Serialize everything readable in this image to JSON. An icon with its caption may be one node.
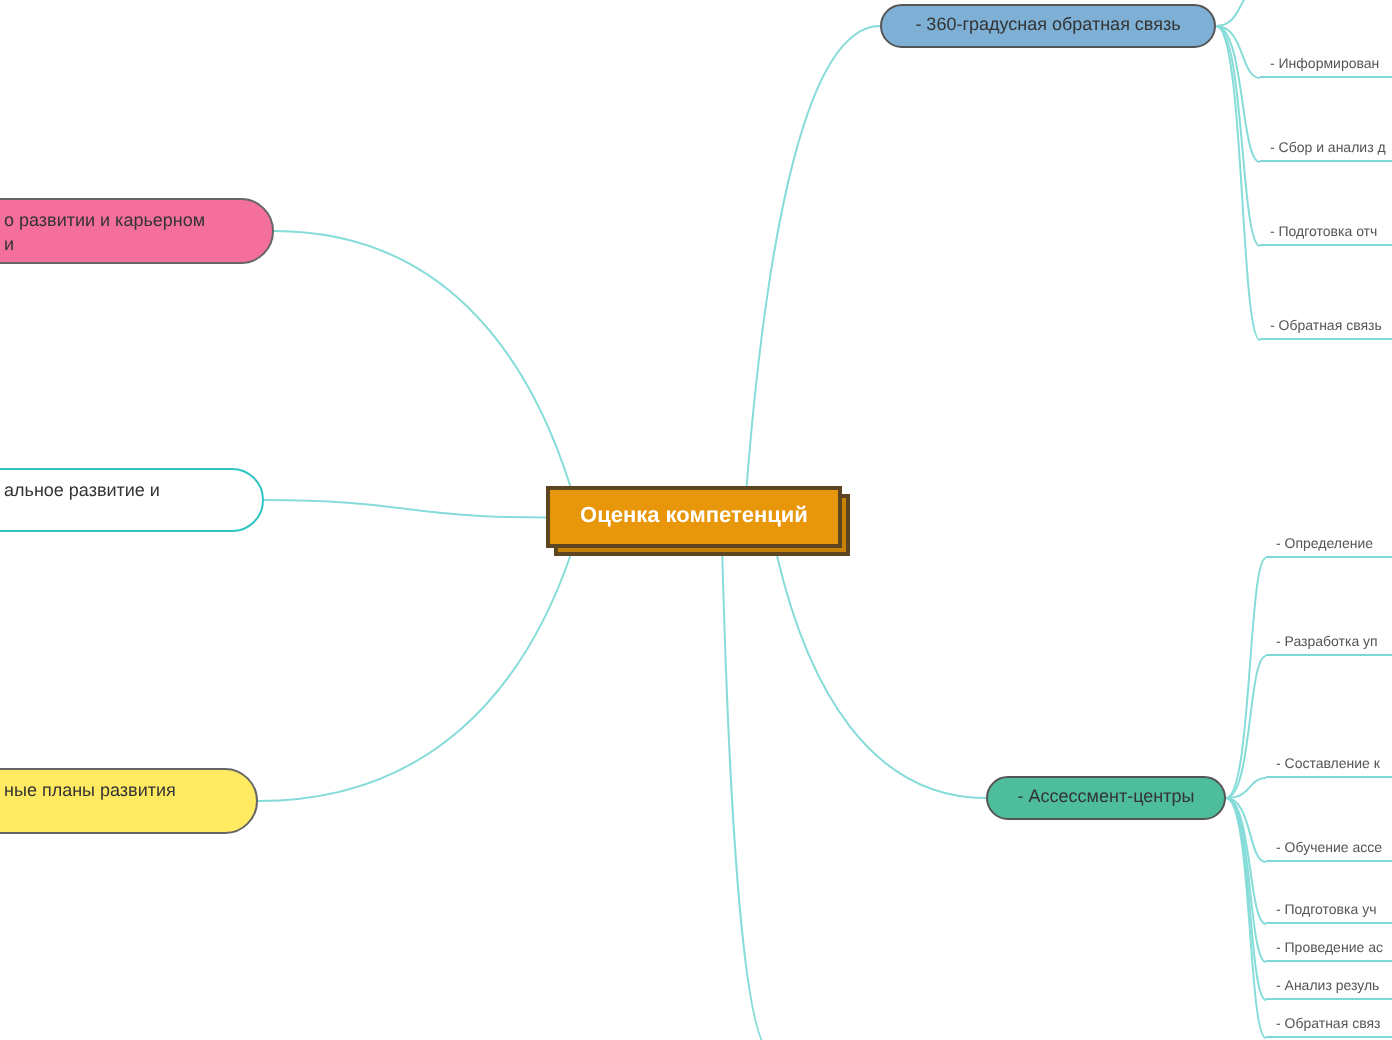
{
  "diagram": {
    "nodes": [
      {
        "text": [
          "Оценка компетенций"
        ]
      },
      {
        "text": [
          "- 360-градусная обратная связь"
        ]
      },
      {
        "text": [
          "- Информирован"
        ]
      },
      {
        "text": [
          "- Сбор и анализ д"
        ]
      },
      {
        "text": [
          "- Подготовка отч"
        ]
      },
      {
        "text": [
          "- Обратная связь"
        ]
      },
      {
        "text": [
          "- Ассессмент-центры"
        ]
      },
      {
        "text": [
          "- Определение"
        ]
      },
      {
        "text": [
          "- Разработка уп"
        ]
      },
      {
        "text": [
          "- Составление к"
        ]
      },
      {
        "text": [
          "- Обучение ассе"
        ]
      },
      {
        "text": [
          "- Подготовка уч"
        ]
      },
      {
        "text": [
          "- Проведение ас"
        ]
      },
      {
        "text": [
          "- Анализ резуль"
        ]
      },
      {
        "text": [
          "- Обратная связ"
        ]
      },
      {
        "text": [
          "о развитии и карьерном и"
        ]
      },
      {
        "text": [
          "альное развитие и"
        ]
      },
      {
        "text": [
          "ные планы развития"
        ]
      }
    ],
    "edges": [
      {
        "from": 0,
        "to": 1,
        "arrow": "none"
      },
      {
        "from": 1,
        "to": null,
        "arrow": "none"
      },
      {
        "from": 1,
        "to": 2,
        "arrow": "none"
      },
      {
        "from": 1,
        "to": 3,
        "arrow": "none"
      },
      {
        "from": 1,
        "to": 4,
        "arrow": "none"
      },
      {
        "from": 1,
        "to": 5,
        "arrow": "none"
      },
      {
        "from": 0,
        "to": 6,
        "arrow": "none"
      },
      {
        "from": 6,
        "to": 7,
        "arrow": "none"
      },
      {
        "from": 6,
        "to": 8,
        "arrow": "none"
      },
      {
        "from": 6,
        "to": 9,
        "arrow": "none"
      },
      {
        "from": 6,
        "to": 10,
        "arrow": "none"
      },
      {
        "from": 6,
        "to": 11,
        "arrow": "none"
      },
      {
        "from": 6,
        "to": 12,
        "arrow": "none"
      },
      {
        "from": 6,
        "to": 13,
        "arrow": "none"
      },
      {
        "from": 6,
        "to": 14,
        "arrow": "none"
      },
      {
        "from": 0,
        "to": 15,
        "arrow": "none"
      },
      {
        "from": 0,
        "to": 16,
        "arrow": "none"
      },
      {
        "from": 0,
        "to": 17,
        "arrow": "none"
      },
      {
        "from": 0,
        "to": null,
        "arrow": "none"
      }
    ]
  }
}
